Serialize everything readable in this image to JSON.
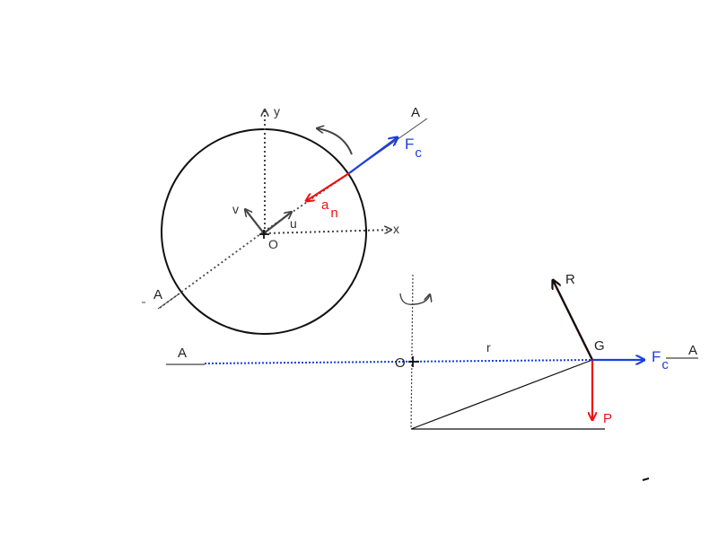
{
  "colors": {
    "ink": "#222222",
    "axis": "#444444",
    "red": "#ee1111",
    "blue": "#1a3fe0",
    "dark_arrow": "#1a0a0a"
  },
  "top_view": {
    "axis_x": "x",
    "axis_y": "y",
    "origin": "O",
    "vec_u": "u",
    "vec_v": "v",
    "line_end_upper": "A",
    "line_end_lower": "A",
    "accel_main": "a",
    "accel_sub": "n",
    "force_main": "F",
    "force_sub": "c"
  },
  "side_view": {
    "origin": "O",
    "radius": "r",
    "center": "G",
    "reaction": "R",
    "weight": "P",
    "force_main": "F",
    "force_sub": "c",
    "line_end_left": "A",
    "line_end_right": "A"
  }
}
